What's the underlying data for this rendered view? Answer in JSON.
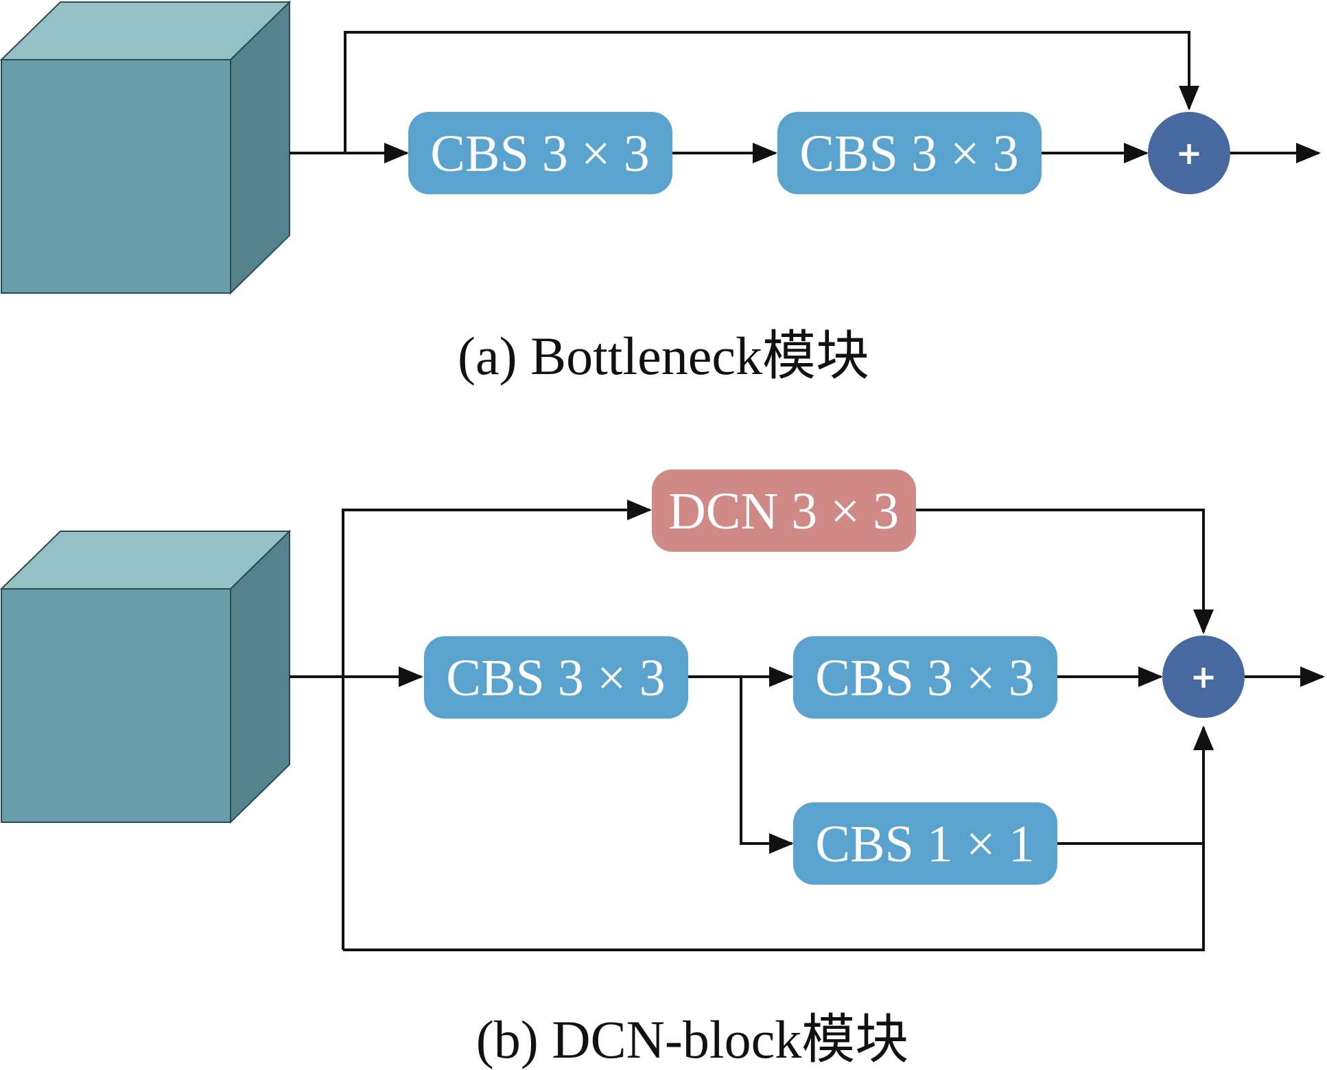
{
  "colors": {
    "cbs": "#5aa3cf",
    "dcn": "#cf8a88",
    "sum": "#47699f",
    "cube_front": "#679ea9",
    "cube_top": "#95c1c4",
    "cube_side": "#55838d",
    "line": "#111111"
  },
  "diagram_a": {
    "cbs_1": "CBS 3 × 3",
    "cbs_2": "CBS 3 × 3",
    "sum_symbol": "+",
    "caption": "(a) Bottleneck模块"
  },
  "diagram_b": {
    "dcn": "DCN 3 × 3",
    "cbs_1": "CBS 3 × 3",
    "cbs_2": "CBS 3 × 3",
    "cbs_3": "CBS 1 × 1",
    "sum_symbol": "+",
    "caption": "(b) DCN-block模块"
  }
}
